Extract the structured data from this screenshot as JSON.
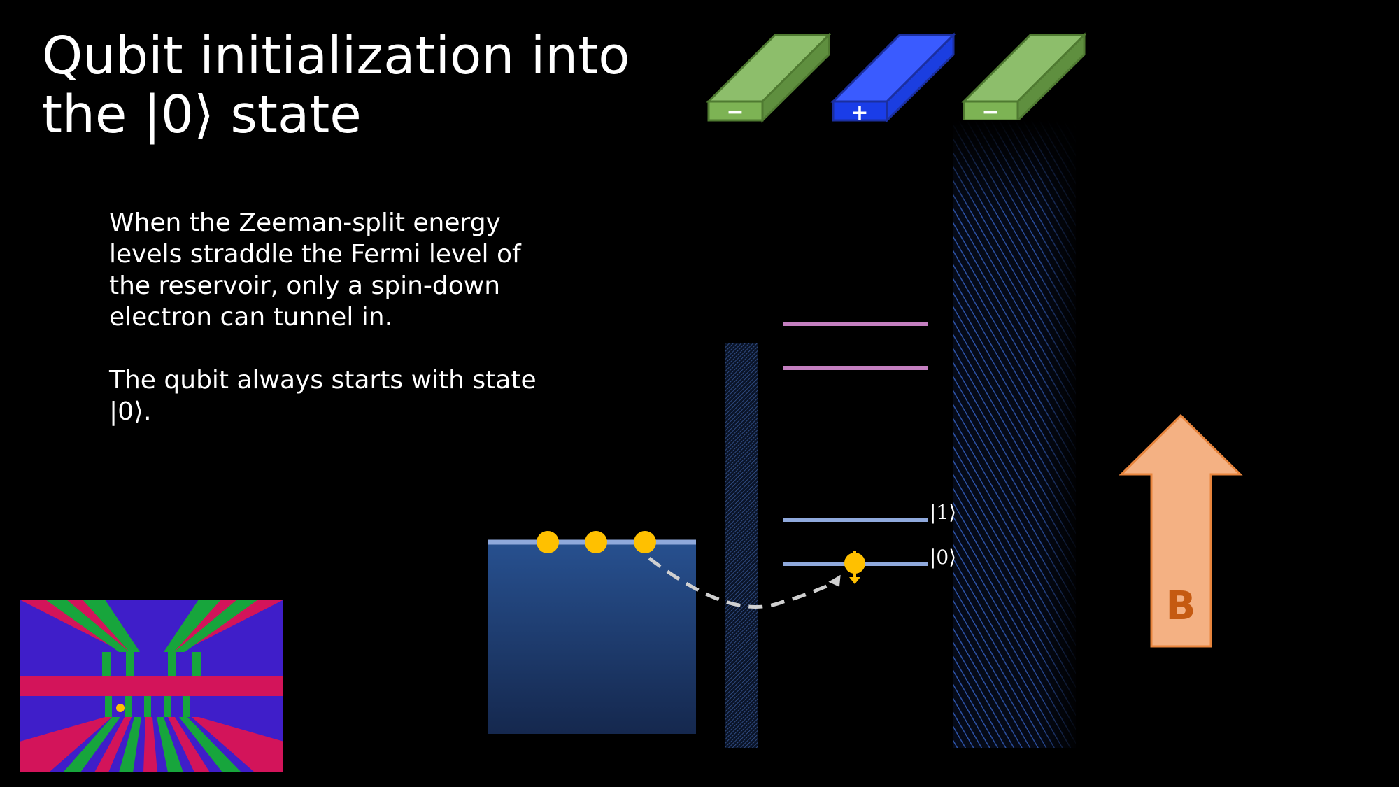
{
  "title": {
    "line1": "Qubit initialization into",
    "line2": "the |0⟩ state"
  },
  "body": {
    "paragraph1": "When the Zeeman-split energy levels straddle the Fermi level of the reservoir, only a spin-down electron can tunnel in.",
    "paragraph2": "The qubit always starts with state |0⟩."
  },
  "gates": [
    {
      "sign": "−",
      "color": "#8dbe6b"
    },
    {
      "sign": "+",
      "color": "#2f55f5"
    },
    {
      "sign": "−",
      "color": "#8dbe6b"
    }
  ],
  "levels": {
    "ket1": "|1⟩",
    "ket0": "|0⟩"
  },
  "field": {
    "label": "B",
    "color": "#f4b183",
    "label_color": "#c55a11"
  },
  "colors": {
    "excited_levels": "#c47fc0",
    "zeeman_levels": "#8fa9dc",
    "electron": "#ffc000",
    "reservoir": "#1f3f7a"
  }
}
